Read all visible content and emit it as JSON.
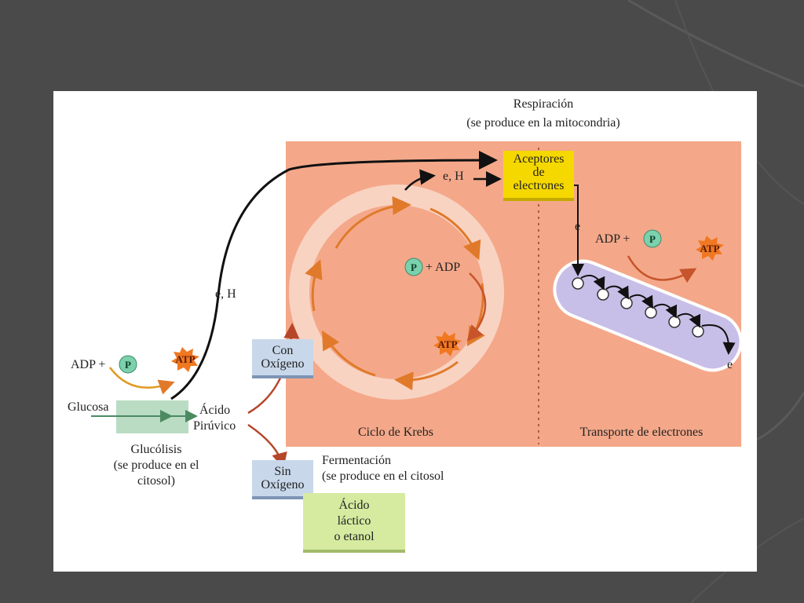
{
  "slide": {
    "respiration_title": "Respiración",
    "respiration_subtitle": "(se produce en la mitocondria)",
    "glycolysis": {
      "adp": "ADP +",
      "p": "P",
      "atp": "ATP",
      "glucose": "Glucosa",
      "title": "Glucólisis",
      "sub1": "(se produce en el",
      "sub2": "citosol)"
    },
    "pyruvic": {
      "line1": "Ácido",
      "line2": "Pirúvico"
    },
    "eh_left": "e, H",
    "eh_top": "e, H",
    "acceptors": {
      "line1": "Aceptores",
      "line2": "de",
      "line3": "electrones"
    },
    "with_oxygen": {
      "line1": "Con",
      "line2": "Oxígeno"
    },
    "without_oxygen": {
      "line1": "Sin",
      "line2": "Oxígeno"
    },
    "krebs": {
      "p": "P",
      "adp": "+ ADP",
      "atp": "ATP",
      "title": "Ciclo de Krebs"
    },
    "transport": {
      "e_top": "e",
      "adp": "ADP +",
      "p": "P",
      "atp": "ATP",
      "e_bottom": "e",
      "title": "Transporte de electrones"
    },
    "fermentation": {
      "title": "Fermentación",
      "subtitle": "(se produce en el citosol",
      "product1": "Ácido",
      "product2": "láctico",
      "product3": "o etanol"
    }
  },
  "colors": {
    "background": "#4a4a4a",
    "mitochondria": "#f4a889",
    "krebs_ring": "#f9d3c2",
    "acceptors_box": "#f5d800",
    "oxygen_box": "#c8d8ea",
    "glycolysis_box": "#b9dcc3",
    "product_box": "#d6eba0",
    "chain_membrane": "#c7bfe8"
  }
}
